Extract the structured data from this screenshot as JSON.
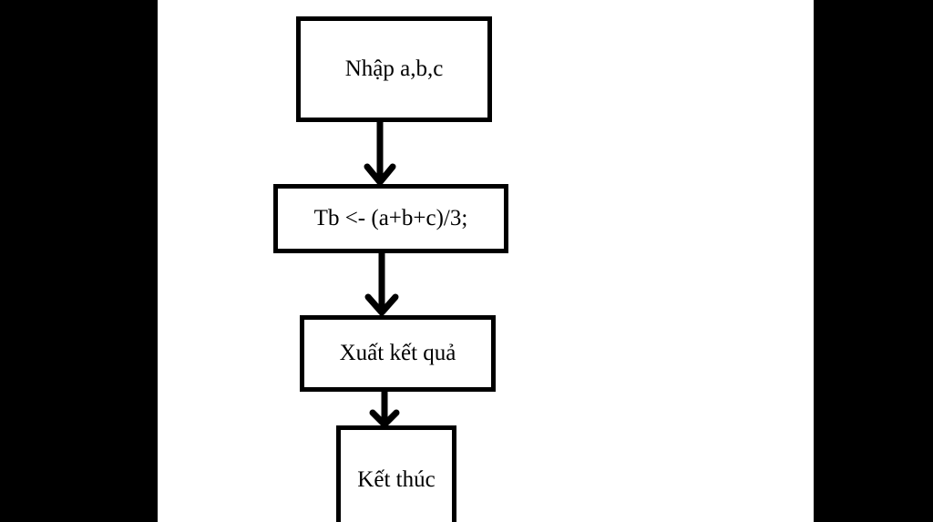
{
  "flowchart": {
    "steps": [
      {
        "label": "Nhập a,b,c"
      },
      {
        "label": "Tb <- (a+b+c)/3;"
      },
      {
        "label": "Xuất kết quả"
      },
      {
        "label": "Kết thúc"
      }
    ]
  },
  "colors": {
    "background": "#000000",
    "canvas": "#ffffff",
    "stroke": "#000000"
  }
}
